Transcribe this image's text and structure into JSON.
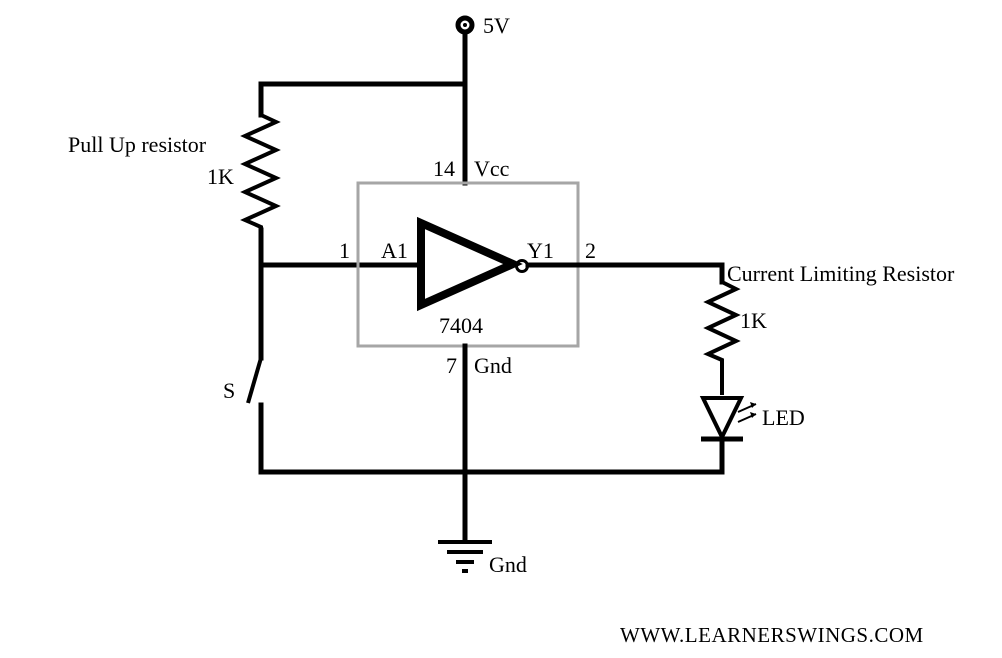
{
  "labels": {
    "supply": "5V",
    "pullup_title": "Pull Up resistor",
    "pullup_value": "1K",
    "vcc_pin": "14",
    "vcc_name": "Vcc",
    "input_pin": "1",
    "input_name": "A1",
    "output_name": "Y1",
    "output_pin": "2",
    "chip": "7404",
    "gnd_pin": "7",
    "gnd_name": "Gnd",
    "switch": "S",
    "limiting_title": "Current Limiting Resistor",
    "limiting_value": "1K",
    "led": "LED",
    "ground": "Gnd",
    "watermark": "WWW.LEARNERSWINGS.COM"
  },
  "colors": {
    "ic_outline": "#a6a6a6",
    "wire": "#000000"
  }
}
